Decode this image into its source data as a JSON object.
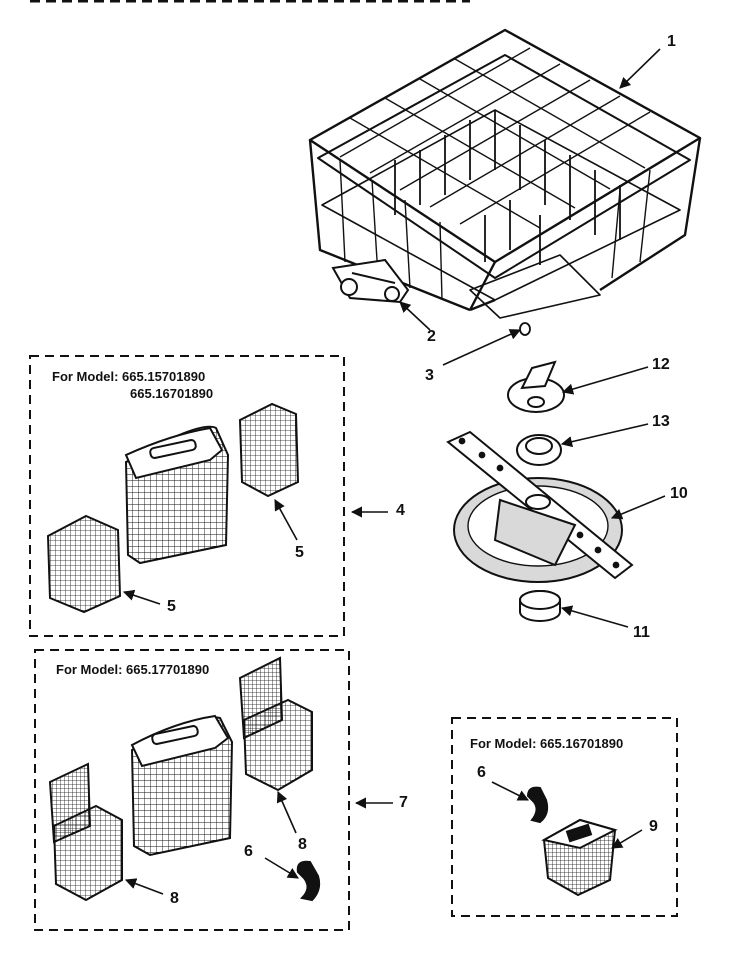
{
  "models": {
    "box_a_title": "For Model: 665.15701890",
    "box_a_second": "665.16701890",
    "box_b_title": "For Model: 665.17701890",
    "box_c_title": "For Model: 665.16701890"
  },
  "callouts": {
    "c1": "1",
    "c2": "2",
    "c3": "3",
    "c4": "4",
    "c5a": "5",
    "c5b": "5",
    "c6a": "6",
    "c6b": "6",
    "c7": "7",
    "c8a": "8",
    "c8b": "8",
    "c9": "9",
    "c10": "10",
    "c11": "11",
    "c12": "12",
    "c13": "13"
  },
  "colors": {
    "ink": "#111111",
    "paper": "#ffffff",
    "hub": "#d9d9d9"
  }
}
